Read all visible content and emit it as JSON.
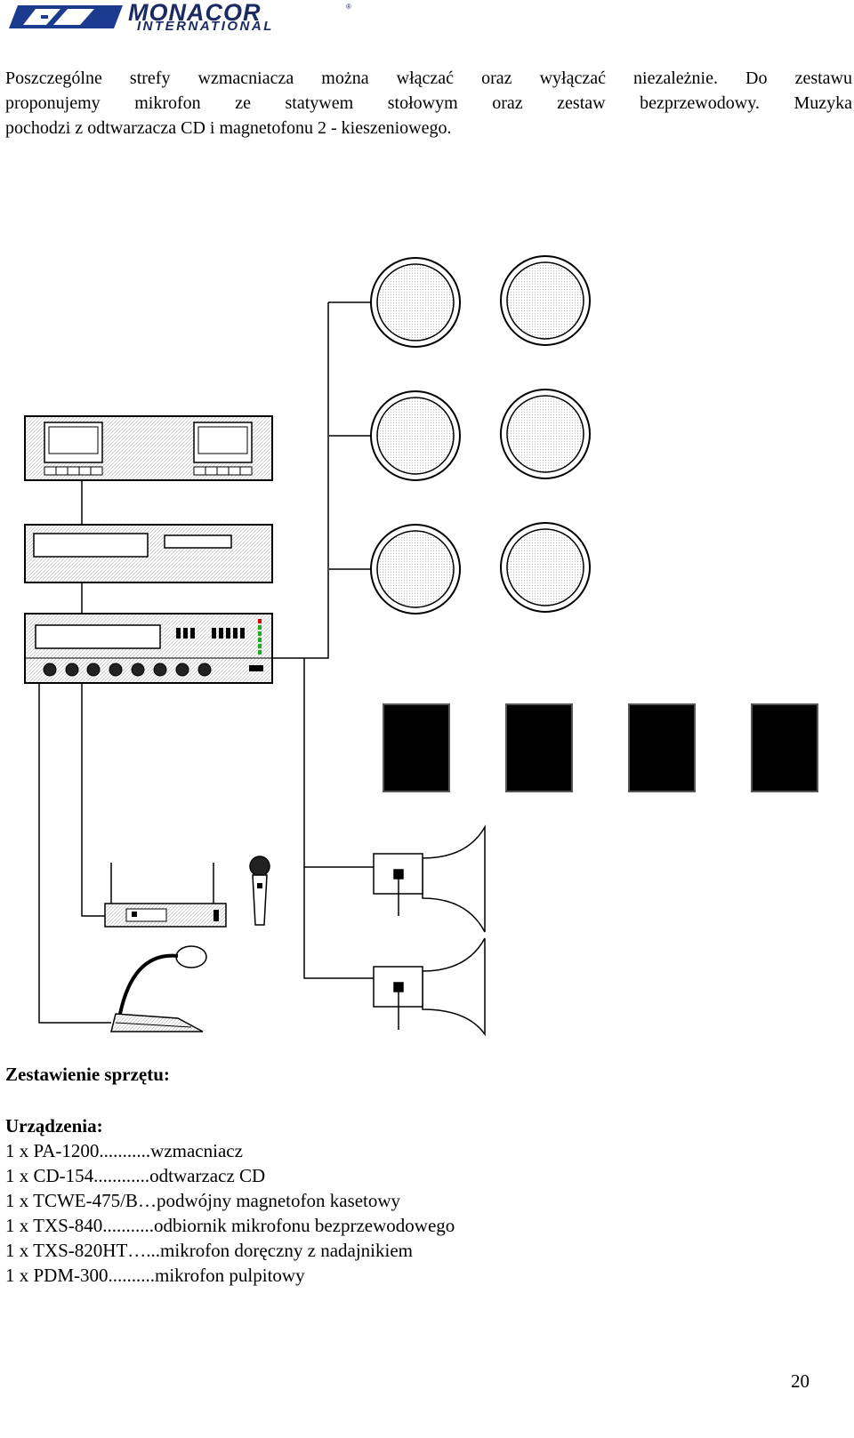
{
  "header": {
    "brand_name": "MONACOR",
    "brand_sub": "INTERNATIONAL",
    "registered": "®",
    "brand_color": "#1b3b8f"
  },
  "intro": {
    "lines": [
      "Poszczególne strefy wzmacniacza można włączać oraz wyłączać niezależnie. Do zestawu",
      "proponujemy mikrofon ze statywem stołowym oraz zestaw bezprzewodowy. Muzyka",
      "pochodzi z odtwarzacza CD i magnetofonu 2 - kieszeniowego."
    ]
  },
  "equipment": {
    "title": "Zestawienie sprzętu:",
    "devices_title": "Urządzenia:",
    "items": [
      "1 x PA-1200...........wzmacniacz",
      "1 x CD-154............odtwarzacz CD",
      "1 x TCWE-475/B…podwójny magnetofon kasetowy",
      "1 x TXS-840...........odbiornik mikrofonu bezprzewodowego",
      "1 x TXS-820HT…...mikrofon doręczny z nadajnikiem",
      "1 x PDM-300..........mikrofon pulpitowy"
    ]
  },
  "page_number": "20"
}
